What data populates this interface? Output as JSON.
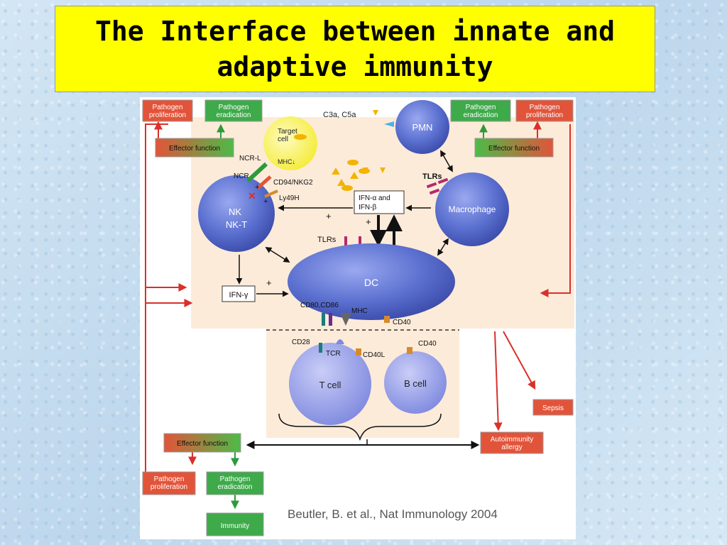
{
  "title": "The Interface between innate and adaptive immunity",
  "citation": "Beutler, B. et al., Nat Immunology 2004",
  "boxes": {
    "pathogen_proliferation": "Pathogen proliferation",
    "pathogen_eradication": "Pathogen eradication",
    "effector_function": "Effector function",
    "sepsis": "Sepsis",
    "autoimmunity_allergy": "Autoimmunity allergy",
    "immunity": "Immunity",
    "ifn_ab": "IFN-α and IFN-β",
    "ifn_g": "IFN-γ"
  },
  "cells": {
    "target_cell": "Target cell",
    "pmn": "PMN",
    "nk": "NK",
    "nkt": "NK-T",
    "macrophage": "Macrophage",
    "dc": "DC",
    "t_cell": "T cell",
    "b_cell": "B cell"
  },
  "labels": {
    "c3a_c5a": "C3a, C5a",
    "mhc_down": "MHC↓",
    "ncr_l": "NCR-L",
    "ncr": "NCR",
    "cd94_nkg2": "CD94/NKG2",
    "ly49h": "Ly49H",
    "tlrs": "TLRs",
    "cd80_cd86": "CD80,CD86",
    "mhc": "MHC",
    "cd40": "CD40",
    "cd28": "CD28",
    "tcr": "TCR",
    "cd40l": "CD40L",
    "plus": "+"
  },
  "colors": {
    "title_bg": "#ffff00",
    "panel_peach": "#fdebd9",
    "cell_blue": "#5a6fcf",
    "lymph_blue": "#8c96e6",
    "red_box": "#e2543a",
    "green_box": "#3eaa4a",
    "arrow_red": "#d9302a",
    "arrow_green": "#2e9a3c"
  }
}
